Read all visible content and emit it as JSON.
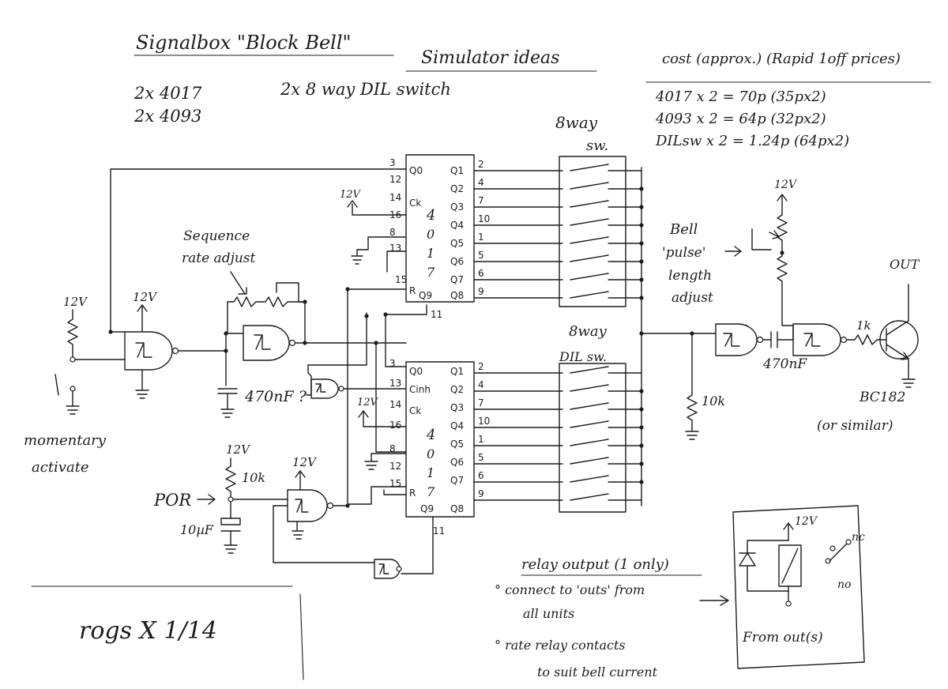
{
  "title": {
    "main": "Signalbox \"Block Bell\"",
    "simulator": "Simulator ideas"
  },
  "parts": [
    "2x 4017",
    "2x 4093",
    "2x 8 way DIL switch"
  ],
  "cost": {
    "header": "cost (approx.) (Rapid 1off prices)",
    "lines": [
      "4017 x 2 = 70p (35px2)",
      "4093 x 2 = 64p (32px2)",
      "DILsw x 2 = 1.24p (64px2)"
    ]
  },
  "labels": {
    "sequence_rate": [
      "Sequence",
      "rate adjust"
    ],
    "cap_question": "470nF ?",
    "v12": "12V",
    "momentary": [
      "momentary",
      "activate"
    ],
    "por": "POR",
    "res_10k": "10k",
    "cap_10uf": "10µF",
    "switch_top": [
      "8way",
      "sw."
    ],
    "switch_mid": "8way",
    "switch_bottom": "DIL sw.",
    "bell": [
      "Bell",
      "'pulse'",
      "length",
      "adjust"
    ],
    "out": "OUT",
    "res_1k": "1k",
    "cap_470": "470nF",
    "transistor": [
      "BC182",
      "(or similar)"
    ],
    "res_10k_pd": "10k",
    "counter_digits": [
      "4",
      "0",
      "1",
      "7"
    ]
  },
  "counter_top": {
    "left_pins": [
      "3",
      "12",
      "14",
      "16",
      "8",
      "13",
      "15"
    ],
    "left_names": [
      "Q0",
      "Ck",
      "R"
    ],
    "right_pins": [
      "2",
      "4",
      "7",
      "10",
      "1",
      "5",
      "6",
      "9"
    ],
    "right_names": [
      "Q1",
      "Q2",
      "Q3",
      "Q4",
      "Q5",
      "Q6",
      "Q7",
      "Q8",
      "Q9"
    ],
    "pin11": "11"
  },
  "counter_bottom": {
    "left_pins": [
      "3",
      "13",
      "14",
      "16",
      "8",
      "12",
      "15"
    ],
    "left_names": [
      "Q0",
      "Cinh",
      "Ck",
      "R",
      "Q9"
    ],
    "right_pins": [
      "2",
      "4",
      "7",
      "10",
      "1",
      "5",
      "6",
      "9"
    ],
    "right_names": [
      "Q1",
      "Q2",
      "Q3",
      "Q4",
      "Q5",
      "Q6",
      "Q7",
      "Q8"
    ],
    "pin11": "11"
  },
  "relay": {
    "title": "relay output (1 only)",
    "notes": [
      "° connect to 'outs' from",
      "all units",
      "° rate relay contacts",
      "to suit bell current"
    ],
    "v12": "12V",
    "nc": "nc",
    "no": "no",
    "from": "From out(s)"
  },
  "signature": "rogs X 1/14"
}
